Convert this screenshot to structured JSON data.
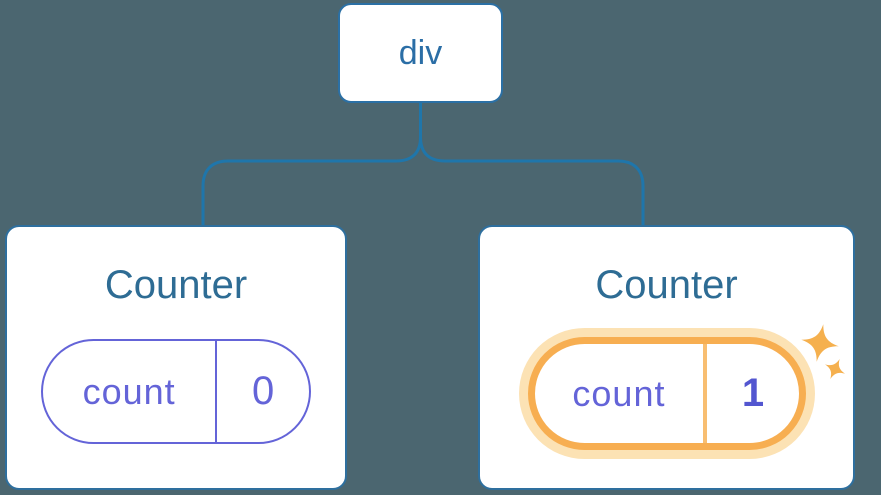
{
  "colors": {
    "background": "#4B6670",
    "connector_blue": "#1F76AB",
    "node_border_blue": "#2E6F9E",
    "root_label_blue": "#2B6EA6",
    "title_blue": "#2E6C94",
    "state_purple": "#6464D8",
    "state_value_bold_purple": "#5356D0",
    "highlight_orange": "#F7AE51",
    "highlight_glow": "#FCE2B4",
    "highlight_divider": "#F8BE71",
    "sparkle_orange": "#F5B04E",
    "card_background": "#FFFFFF"
  },
  "tree": {
    "root": {
      "label": "div"
    },
    "children": [
      {
        "title": "Counter",
        "highlighted": false,
        "state": {
          "key": "count",
          "value": "0"
        }
      },
      {
        "title": "Counter",
        "highlighted": true,
        "state": {
          "key": "count",
          "value": "1"
        }
      }
    ]
  }
}
